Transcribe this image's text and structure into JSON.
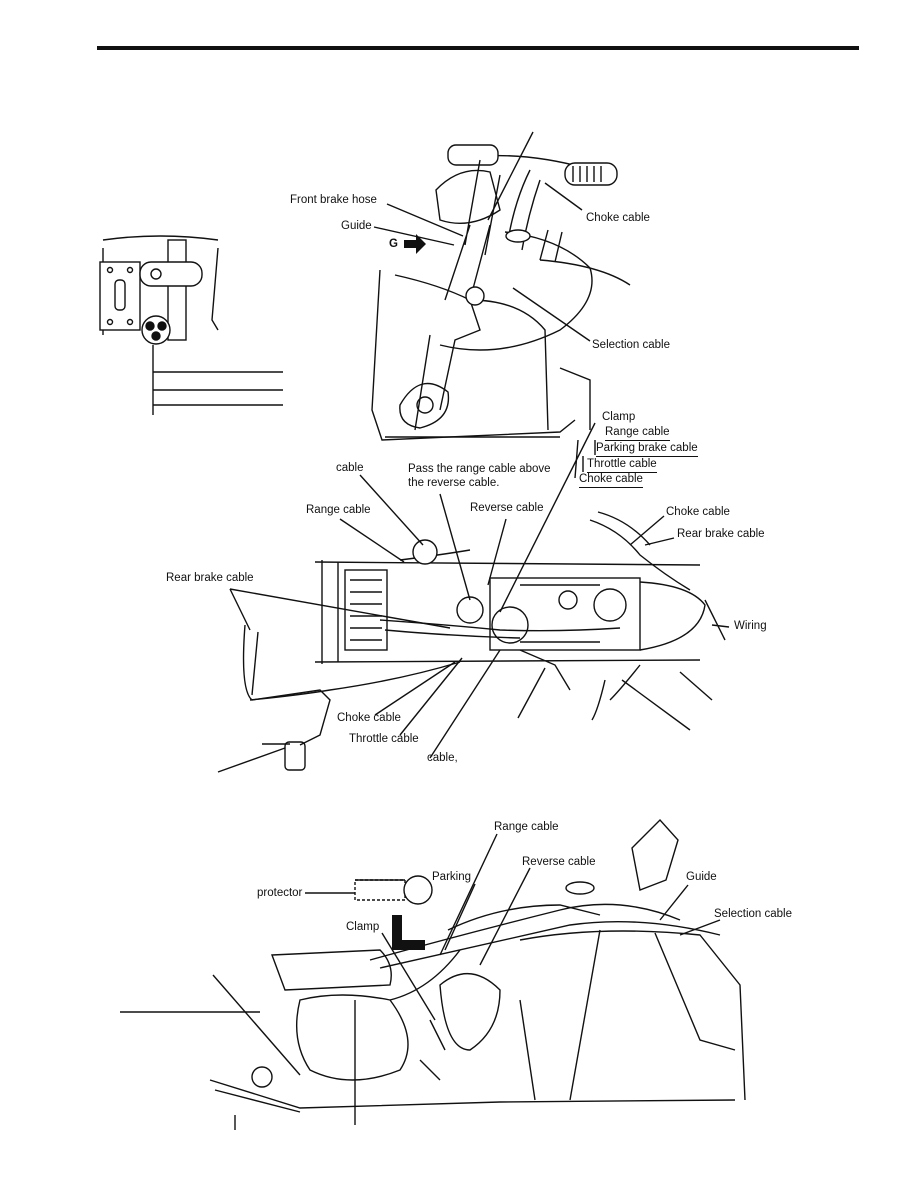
{
  "labels": {
    "top": {
      "front_brake_hose": "Front brake hose",
      "guide": "Guide",
      "g_marker": "G",
      "choke_cable": "Choke cable",
      "selection_cable": "Selection cable"
    },
    "middle": {
      "clamp": "Clamp",
      "range_cable_stack": "Range cable",
      "parking_brake_cable": "Parking brake cable",
      "throttle_cable_stack": "Throttle cable",
      "choke_cable_stack": "Choke cable",
      "cable": "cable",
      "pass_note_line1": "Pass the range cable above",
      "pass_note_line2": "the reverse cable.",
      "range_cable": "Range cable",
      "reverse_cable": "Reverse cable",
      "choke_cable_right": "Choke cable",
      "rear_brake_cable_right": "Rear brake cable",
      "rear_brake_cable_left": "Rear brake cable",
      "wiring": "Wiring",
      "choke_cable_bottom": "Choke cable",
      "throttle_cable_bottom": "Throttle cable",
      "cable_comma": "cable,"
    },
    "bottom": {
      "range_cable": "Range cable",
      "reverse_cable": "Reverse cable",
      "parking": "Parking",
      "guide": "Guide",
      "selection_cable": "Selection cable",
      "protector": "protector",
      "clamp": "Clamp"
    }
  }
}
